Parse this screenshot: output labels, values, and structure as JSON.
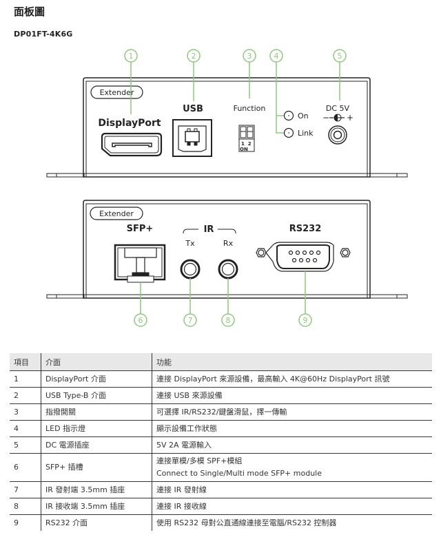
{
  "page": {
    "title": "面板圖",
    "model": "DP01FT-4K6G"
  },
  "colors": {
    "callout": "#8cc97b",
    "line": "#222222",
    "header_bg": "#e8e8e8"
  },
  "front_panel": {
    "badge": "Extender",
    "labels": {
      "displayport": "DisplayPort",
      "usb": "USB",
      "function": "Function",
      "led_on": "On",
      "led_link": "Link",
      "dc": "DC 5V",
      "dc_polarity_minus": "−",
      "dc_polarity_plus": "+",
      "dip_numbers": "1  2",
      "dip_on": "ON"
    },
    "callouts": [
      "1",
      "2",
      "3",
      "4",
      "5"
    ]
  },
  "rear_panel": {
    "badge": "Extender",
    "labels": {
      "sfp": "SFP+",
      "ir": "IR",
      "tx": "Tx",
      "rx": "Rx",
      "rs232": "RS232"
    },
    "callouts": [
      "6",
      "7",
      "8",
      "9"
    ]
  },
  "table": {
    "headers": [
      "項目",
      "介面",
      "功能"
    ],
    "rows": [
      {
        "item": "1",
        "interface": "DisplayPort  介面",
        "function": "連接  DisplayPort 來源設備，最高輸入 4K@60Hz DisplayPort 訊號"
      },
      {
        "item": "2",
        "interface": "USB Type-B  介面",
        "function": "連接 USB 來源設備"
      },
      {
        "item": "3",
        "interface": "指撥開關",
        "function": "可選擇  IR/RS232/鍵盤滑鼠，擇一傳輸"
      },
      {
        "item": "4",
        "interface": "LED 指示燈",
        "function": "顯示設備工作狀態"
      },
      {
        "item": "5",
        "interface": "DC  電源插座",
        "function": "5V 2A  電源輸入"
      },
      {
        "item": "6",
        "interface": "SFP+  插槽",
        "function": "連接單模/多模 SPF+模組",
        "function_line2": "Connect to Single/Multi mode SFP+ module"
      },
      {
        "item": "7",
        "interface": "IR  發射端  3.5mm  插座",
        "function": "連接 IR 發射線"
      },
      {
        "item": "8",
        "interface": "IR  接收端  3.5mm  插座",
        "function": "連接 IR 接收線"
      },
      {
        "item": "9",
        "interface": "RS232 介面",
        "function": "使用 RS232 母對公直通線連接至電腦/RS232 控制器"
      }
    ]
  }
}
